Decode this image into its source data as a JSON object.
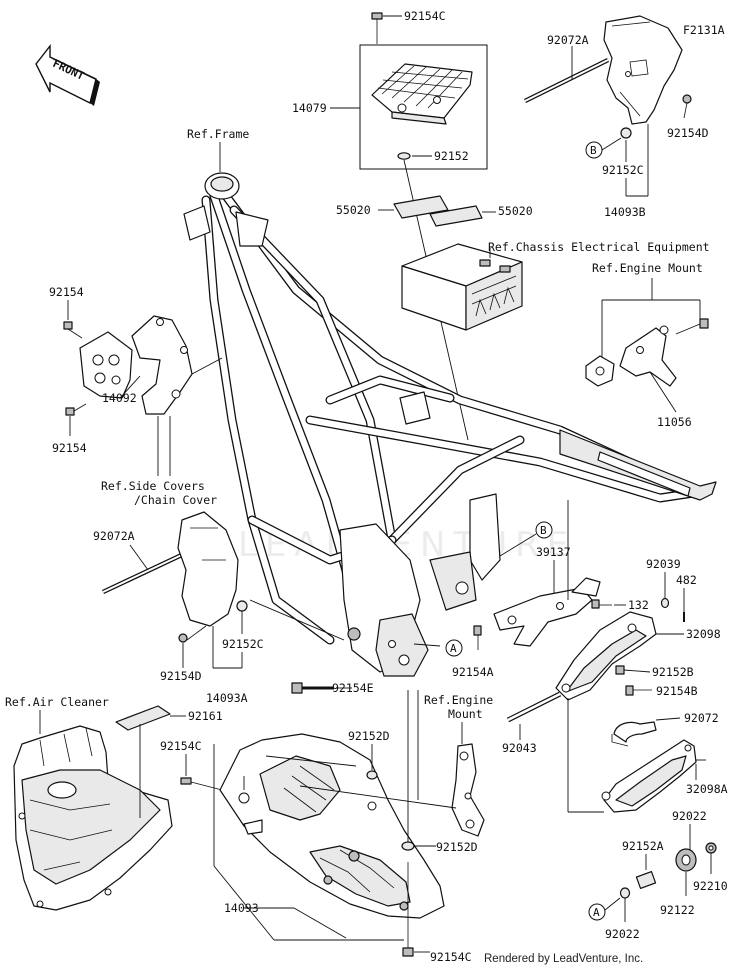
{
  "diagram_code": "F2131A",
  "front_label": "FRONT",
  "watermark": "LEADVENTURE",
  "credit": "Rendered by LeadVenture, Inc.",
  "callouts": {
    "A": "A",
    "B": "B"
  },
  "labels": {
    "p92154C_top": "92154C",
    "p92072A_top": "92072A",
    "p14079": "14079",
    "p92152": "92152",
    "p92154D_top": "92154D",
    "p92152C_top": "92152C",
    "p14093B": "14093B",
    "ref_frame": "Ref.Frame",
    "p55020_a": "55020",
    "p55020_b": "55020",
    "ref_chassis": "Ref.Chassis Electrical Equipment",
    "ref_engine_mount_top": "Ref.Engine Mount",
    "p92154_a": "92154",
    "p14092": "14092",
    "p92154_b": "92154",
    "p11056": "11056",
    "ref_side_covers_1": "Ref.Side Covers",
    "ref_side_covers_2": "/Chain Cover",
    "p92072A_mid": "92072A",
    "p39137": "39137",
    "p92039": "92039",
    "p482": "482",
    "p132": "132",
    "p32098": "32098",
    "p92152C_mid": "92152C",
    "p92154D_mid": "92154D",
    "p92154A": "92154A",
    "p92152B": "92152B",
    "p14093A": "14093A",
    "p92154E": "92154E",
    "p92154B": "92154B",
    "ref_air_cleaner": "Ref.Air Cleaner",
    "ref_engine_mount_low_1": "Ref.Engine",
    "ref_engine_mount_low_2": "Mount",
    "p92161": "92161",
    "p92043": "92043",
    "p92072": "92072",
    "p92154C_mid": "92154C",
    "p92152D_a": "92152D",
    "p32098A": "32098A",
    "p92152D_b": "92152D",
    "p92022_top": "92022",
    "p92152A": "92152A",
    "p92210": "92210",
    "p92122": "92122",
    "p14093": "14093",
    "p92022_bottom": "92022",
    "p92154C_bottom": "92154C"
  }
}
